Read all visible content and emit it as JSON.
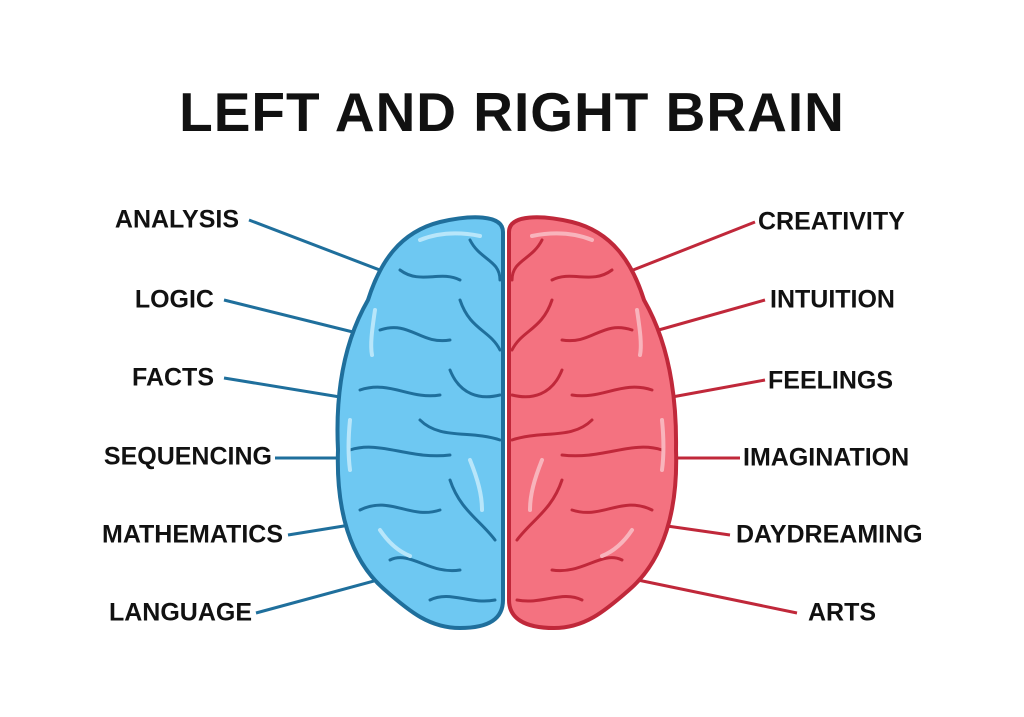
{
  "title": "LEFT AND RIGHT BRAIN",
  "left": {
    "color": "#1f6f9c",
    "fill": "#6ec8f2",
    "labels": [
      "ANALYSIS",
      "LOGIC",
      "FACTS",
      "SEQUENCING",
      "MATHEMATICS",
      "LANGUAGE"
    ]
  },
  "right": {
    "color": "#c0283a",
    "fill": "#f47280",
    "labels": [
      "CREATIVITY",
      "INTUITION",
      "FEELINGS",
      "IMAGINATION",
      "DAYDREAMING",
      "ARTS"
    ]
  }
}
